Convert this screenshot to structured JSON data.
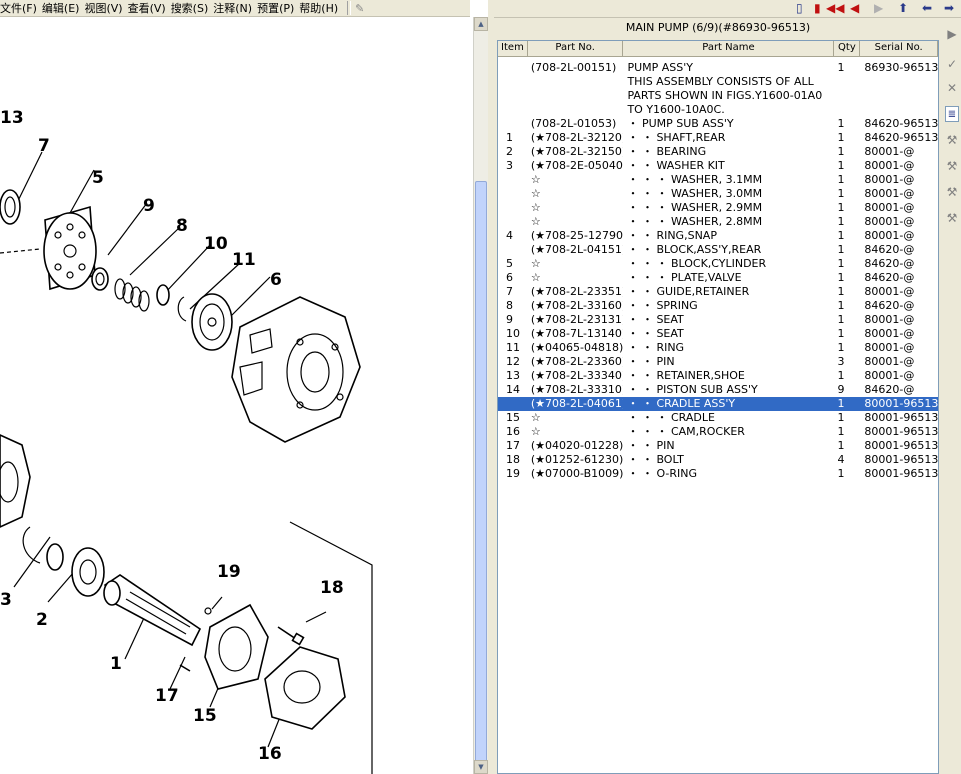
{
  "menu": [
    "文件(F)",
    "编辑(E)",
    "视图(V)",
    "查看(V)",
    "搜索(S)",
    "注释(N)",
    "预置(P)",
    "帮助(H)"
  ],
  "panel_title": "MAIN PUMP (6/9)(#86930-96513)",
  "columns": [
    "Item",
    "Part No.",
    "Part Name",
    "Qty",
    "Serial No."
  ],
  "rows": [
    {
      "item": "",
      "part": "(708-2L-00151)",
      "name": "PUMP ASS'Y",
      "qty": "1",
      "serial": "86930-96513"
    },
    {
      "item": "",
      "part": "",
      "name": "THIS ASSEMBLY CONSISTS OF ALL",
      "qty": "",
      "serial": ""
    },
    {
      "item": "",
      "part": "",
      "name": "PARTS SHOWN IN FIGS.Y1600-01A0",
      "qty": "",
      "serial": ""
    },
    {
      "item": "",
      "part": "",
      "name": "TO Y1600-10A0C.",
      "qty": "",
      "serial": ""
    },
    {
      "item": "",
      "part": "(708-2L-01053)",
      "name": "・ PUMP SUB ASS'Y",
      "qty": "1",
      "serial": "84620-96513"
    },
    {
      "item": "1",
      "part": "(★708-2L-32120)",
      "name": "・ ・ SHAFT,REAR",
      "qty": "1",
      "serial": "84620-96513"
    },
    {
      "item": "2",
      "part": "(★708-2L-32150)",
      "name": "・ ・ BEARING",
      "qty": "1",
      "serial": "80001-@"
    },
    {
      "item": "3",
      "part": "(★708-2E-05040)",
      "name": "・ ・ WASHER KIT",
      "qty": "1",
      "serial": "80001-@"
    },
    {
      "item": "",
      "part": "☆",
      "name": "・ ・ ・ WASHER, 3.1MM",
      "qty": "1",
      "serial": "80001-@"
    },
    {
      "item": "",
      "part": "☆",
      "name": "・ ・ ・ WASHER, 3.0MM",
      "qty": "1",
      "serial": "80001-@"
    },
    {
      "item": "",
      "part": "☆",
      "name": "・ ・ ・ WASHER, 2.9MM",
      "qty": "1",
      "serial": "80001-@"
    },
    {
      "item": "",
      "part": "☆",
      "name": "・ ・ ・ WASHER, 2.8MM",
      "qty": "1",
      "serial": "80001-@"
    },
    {
      "item": "4",
      "part": "(★708-25-12790)",
      "name": "・ ・ RING,SNAP",
      "qty": "1",
      "serial": "80001-@"
    },
    {
      "item": "",
      "part": "(★708-2L-04151)",
      "name": "・ ・ BLOCK,ASS'Y,REAR",
      "qty": "1",
      "serial": "84620-@"
    },
    {
      "item": "5",
      "part": "☆",
      "name": "・ ・ ・ BLOCK,CYLINDER",
      "qty": "1",
      "serial": "84620-@"
    },
    {
      "item": "6",
      "part": "☆",
      "name": "・ ・ ・ PLATE,VALVE",
      "qty": "1",
      "serial": "84620-@"
    },
    {
      "item": "7",
      "part": "(★708-2L-23351)",
      "name": "・ ・ GUIDE,RETAINER",
      "qty": "1",
      "serial": "80001-@"
    },
    {
      "item": "8",
      "part": "(★708-2L-33160)",
      "name": "・ ・ SPRING",
      "qty": "1",
      "serial": "84620-@"
    },
    {
      "item": "9",
      "part": "(★708-2L-23131)",
      "name": "・ ・ SEAT",
      "qty": "1",
      "serial": "80001-@"
    },
    {
      "item": "10",
      "part": "(★708-7L-13140)",
      "name": "・ ・ SEAT",
      "qty": "1",
      "serial": "80001-@"
    },
    {
      "item": "11",
      "part": "(★04065-04818)",
      "name": "・ ・ RING",
      "qty": "1",
      "serial": "80001-@"
    },
    {
      "item": "12",
      "part": "(★708-2L-23360)",
      "name": "・ ・ PIN",
      "qty": "3",
      "serial": "80001-@"
    },
    {
      "item": "13",
      "part": "(★708-2L-33340)",
      "name": "・ ・ RETAINER,SHOE",
      "qty": "1",
      "serial": "80001-@"
    },
    {
      "item": "14",
      "part": "(★708-2L-33310)",
      "name": "・ ・ PISTON SUB ASS'Y",
      "qty": "9",
      "serial": "84620-@"
    },
    {
      "item": "",
      "part": "(★708-2L-04061)",
      "name": "・ ・ CRADLE ASS'Y",
      "qty": "1",
      "serial": "80001-96513",
      "selected": true
    },
    {
      "item": "15",
      "part": "☆",
      "name": "・ ・ ・ CRADLE",
      "qty": "1",
      "serial": "80001-96513"
    },
    {
      "item": "16",
      "part": "☆",
      "name": "・ ・ ・ CAM,ROCKER",
      "qty": "1",
      "serial": "80001-96513"
    },
    {
      "item": "17",
      "part": "(★04020-01228)",
      "name": "・ ・ PIN",
      "qty": "1",
      "serial": "80001-96513"
    },
    {
      "item": "18",
      "part": "(★01252-61230)",
      "name": "・ ・ BOLT",
      "qty": "4",
      "serial": "80001-96513"
    },
    {
      "item": "19",
      "part": "(★07000-B1009)",
      "name": "・ ・ O-RING",
      "qty": "1",
      "serial": "80001-96513"
    }
  ],
  "callouts": [
    "13",
    "7",
    "5",
    "9",
    "8",
    "10",
    "11",
    "6",
    "3",
    "2",
    "1",
    "19",
    "18",
    "17",
    "15",
    "16"
  ],
  "icons": {
    "toolbar": [
      "pin-icon",
      "book-icon",
      "book-red-icon",
      "first-icon",
      "prev-icon",
      "next-icon",
      "up-icon",
      "back-icon",
      "forward-icon"
    ],
    "side": [
      "arrow-right-icon",
      "check-icon",
      "close-icon",
      "list-icon",
      "tool-icon",
      "tool-icon",
      "tool-icon",
      "tool-icon"
    ]
  },
  "colors": {
    "selection": "#316ac5",
    "chrome": "#ece9d8",
    "scroll_thumb": "#c1d3fb"
  }
}
